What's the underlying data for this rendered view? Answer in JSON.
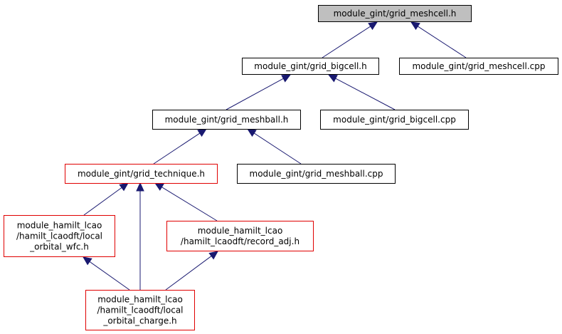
{
  "graph": {
    "colors": {
      "edge": "#191970",
      "root_fill": "#bfbfbf",
      "node_fill": "#ffffff",
      "border_black": "#000000",
      "border_red": "#e00000"
    },
    "nodes": [
      {
        "id": "meshcell_h",
        "lines": [
          "module_gint/grid_meshcell.h"
        ],
        "border": "black",
        "root": true
      },
      {
        "id": "bigcell_h",
        "lines": [
          "module_gint/grid_bigcell.h"
        ],
        "border": "black"
      },
      {
        "id": "meshcell_cpp",
        "lines": [
          "module_gint/grid_meshcell.cpp"
        ],
        "border": "black"
      },
      {
        "id": "meshball_h",
        "lines": [
          "module_gint/grid_meshball.h"
        ],
        "border": "black"
      },
      {
        "id": "bigcell_cpp",
        "lines": [
          "module_gint/grid_bigcell.cpp"
        ],
        "border": "black"
      },
      {
        "id": "technique_h",
        "lines": [
          "module_gint/grid_technique.h"
        ],
        "border": "red"
      },
      {
        "id": "meshball_cpp",
        "lines": [
          "module_gint/grid_meshball.cpp"
        ],
        "border": "black"
      },
      {
        "id": "local_orbital_wfc_h",
        "lines": [
          "module_hamilt_lcao",
          "/hamilt_lcaodft/local",
          "_orbital_wfc.h"
        ],
        "border": "red"
      },
      {
        "id": "record_adj_h",
        "lines": [
          "module_hamilt_lcao",
          "/hamilt_lcaodft/record_adj.h"
        ],
        "border": "red"
      },
      {
        "id": "local_orbital_charge_h",
        "lines": [
          "module_hamilt_lcao",
          "/hamilt_lcaodft/local",
          "_orbital_charge.h"
        ],
        "border": "red"
      }
    ],
    "edges": [
      {
        "from": "bigcell_h",
        "to": "meshcell_h"
      },
      {
        "from": "meshcell_cpp",
        "to": "meshcell_h"
      },
      {
        "from": "meshball_h",
        "to": "bigcell_h"
      },
      {
        "from": "bigcell_cpp",
        "to": "bigcell_h"
      },
      {
        "from": "technique_h",
        "to": "meshball_h"
      },
      {
        "from": "meshball_cpp",
        "to": "meshball_h"
      },
      {
        "from": "local_orbital_wfc_h",
        "to": "technique_h"
      },
      {
        "from": "local_orbital_charge_h",
        "to": "technique_h"
      },
      {
        "from": "record_adj_h",
        "to": "technique_h"
      },
      {
        "from": "local_orbital_charge_h",
        "to": "local_orbital_wfc_h"
      },
      {
        "from": "local_orbital_charge_h",
        "to": "record_adj_h"
      }
    ]
  }
}
